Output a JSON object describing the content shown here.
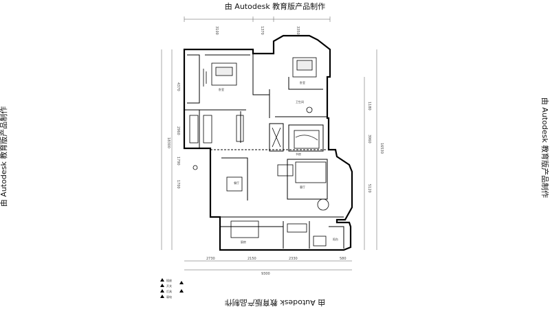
{
  "watermark": {
    "top": "由 Autodesk 教育版产品制作",
    "bottom": "由 Autodesk 教育版产品制作",
    "left": "由 Autodesk 教育版产品制作",
    "right": "由 Autodesk 教育版产品制作"
  },
  "dimensions": {
    "top": [
      "3100",
      "1370",
      "3350"
    ],
    "bottom": [
      "2730",
      "2150",
      "2330",
      "580"
    ],
    "bottom_total": "9300",
    "left_total": "18300",
    "left": [
      "4370",
      "2960",
      "1790",
      "1700"
    ],
    "right": [
      "1180",
      "3960",
      "5120"
    ],
    "right_total": "16530"
  },
  "rooms": {
    "bedroom_main": "卧室",
    "bedroom_2": "卧室",
    "study": "书房",
    "living": "客厅",
    "dining": "餐厅",
    "kitchen": "厨房",
    "toilet": "卫生间",
    "balcony": "阳台"
  },
  "legend": {
    "items": [
      "插座",
      "开关",
      "灯具",
      "弱电"
    ]
  }
}
